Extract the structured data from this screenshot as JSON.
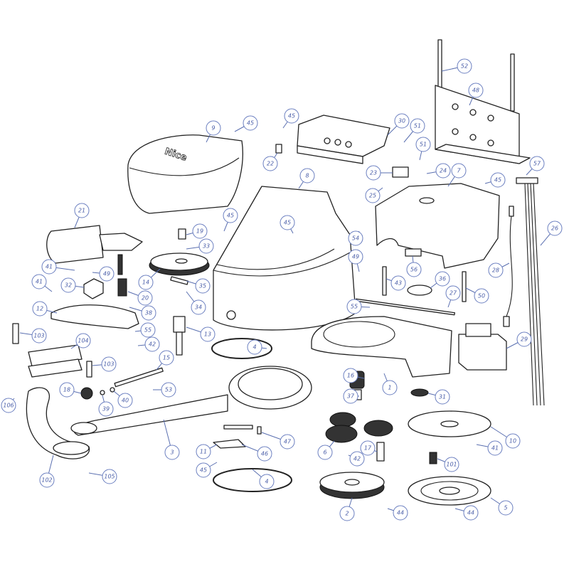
{
  "diagram": {
    "type": "exploded-parts-view",
    "brand_logo_text": "Nice",
    "callouts": [
      "52",
      "48",
      "45",
      "9",
      "45",
      "30",
      "51",
      "22",
      "51",
      "23",
      "24",
      "7",
      "45",
      "57",
      "8",
      "25",
      "21",
      "45",
      "45",
      "19",
      "33",
      "54",
      "26",
      "41",
      "49",
      "49",
      "56",
      "28",
      "41",
      "32",
      "14",
      "35",
      "20",
      "36",
      "43",
      "50",
      "12",
      "38",
      "34",
      "55",
      "27",
      "55",
      "103",
      "13",
      "42",
      "29",
      "104",
      "4",
      "15",
      "103",
      "16",
      "1",
      "18",
      "53",
      "37",
      "31",
      "106",
      "39",
      "40",
      "10",
      "3",
      "47",
      "6",
      "41",
      "11",
      "46",
      "17",
      "45",
      "42",
      "101",
      "102",
      "105",
      "4",
      "2",
      "44",
      "44",
      "5"
    ],
    "colors": {
      "callout": "#6b7fc0",
      "line": "#222222"
    }
  }
}
